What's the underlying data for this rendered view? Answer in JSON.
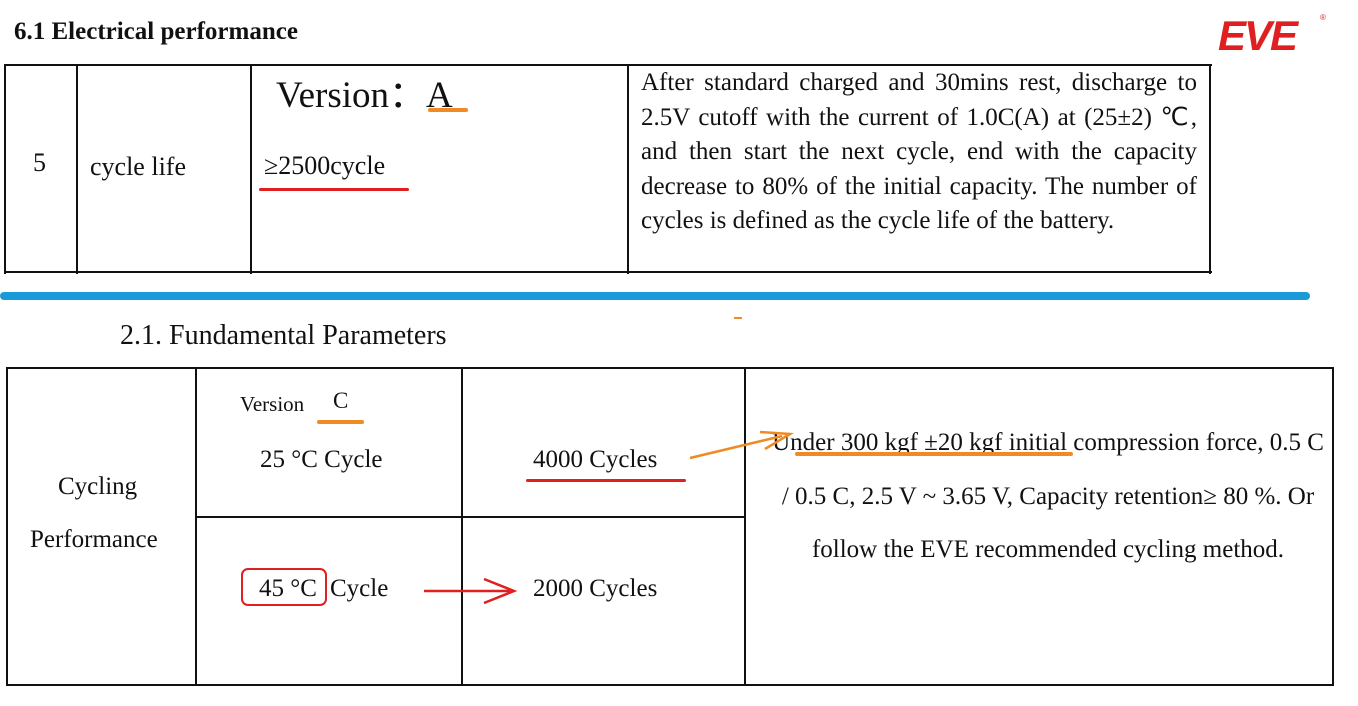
{
  "section1": {
    "title": "6.1 Electrical performance",
    "logo": "EVE",
    "logo_mark": "®",
    "row": {
      "number": "5",
      "name": "cycle life",
      "version": "Version：A",
      "value": "≥2500cycle",
      "description": "After standard charged and 30mins rest, discharge to 2.5V cutoff with the current of 1.0C(A) at (25±2) ℃, and then start the next cycle,  end with the capacity decrease to 80% of the initial capacity. The number of cycles is defined as the cycle life of the battery."
    }
  },
  "section2": {
    "title": "2.1.  Fundamental Parameters",
    "row_label_line1": "Cycling",
    "row_label_line2": "Performance",
    "version_label": "Version",
    "version_value": "C",
    "row1": {
      "condition": "25 °C Cycle",
      "value": "4000  Cycles"
    },
    "row2": {
      "temp": "45 °C",
      "cycle_word": "Cycle",
      "value": "2000  Cycles"
    },
    "description": "Under 300 kgf ±20 kgf initial compression force, 0.5 C / 0.5 C, 2.5 V ~ 3.65 V, Capacity retention≥ 80 %. Or follow the EVE recommended cycling method."
  },
  "colors": {
    "blue_rule": "#1a9ad8",
    "annotation_red": "#e02020",
    "annotation_orange": "#f08a24",
    "logo_red": "#e02020"
  }
}
